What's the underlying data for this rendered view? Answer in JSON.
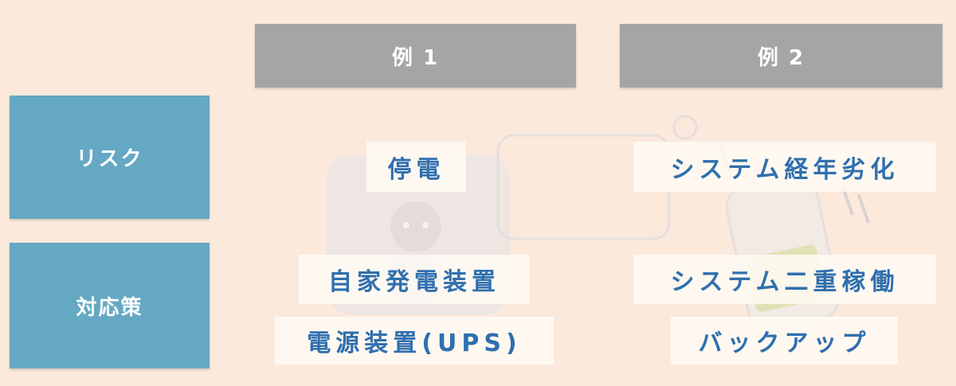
{
  "headers": {
    "example1": "例 1",
    "example2": "例 2"
  },
  "rows": {
    "risk": "リスク",
    "countermeasure": "対応策"
  },
  "example1": {
    "risk": "停電",
    "countermeasure_1": "自家発電装置",
    "countermeasure_2": "電源装置(UPS)"
  },
  "example2": {
    "risk": "システム経年劣化",
    "countermeasure_1": "システム二重稼働",
    "countermeasure_2": "バックアップ"
  },
  "colors": {
    "background": "#fbe9dc",
    "header": "#a5a5a5",
    "row_label": "#65a8c4",
    "text_accent": "#2f6fae"
  }
}
